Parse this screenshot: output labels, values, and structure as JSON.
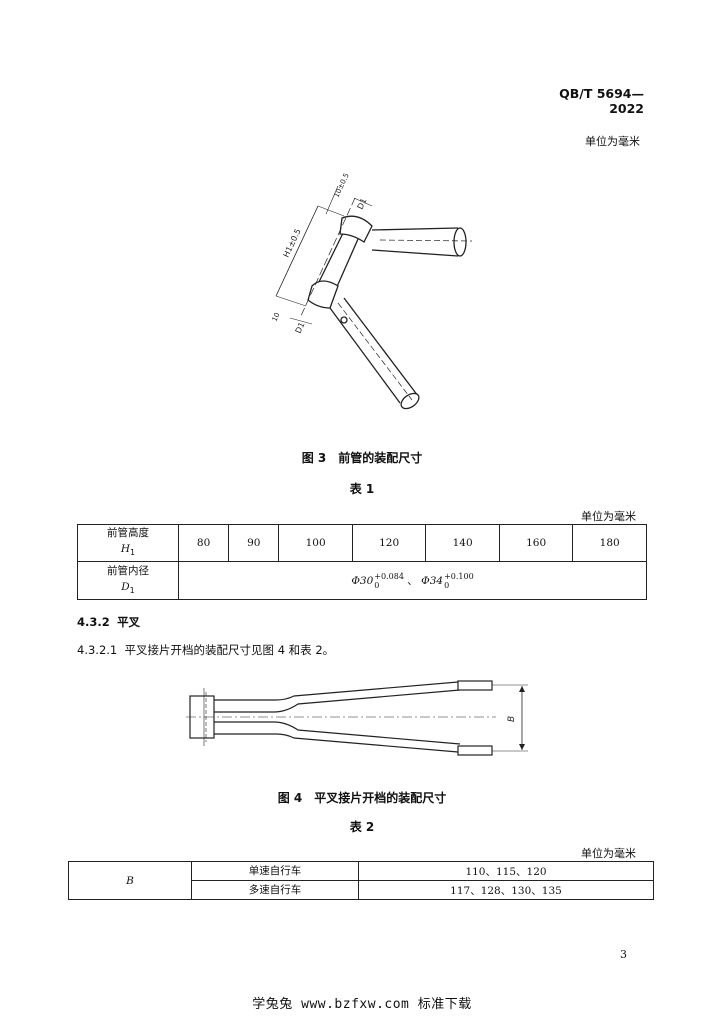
{
  "header": {
    "standard_code": "QB/T 5694—2022"
  },
  "unit_note": "单位为毫米",
  "figure3": {
    "caption": "图 3　前管的装配尺寸",
    "labels": {
      "h_dim": "H1±0.5",
      "top_dim": "10±0.5",
      "bottom_dim": "10",
      "d_top": "D1",
      "d_bottom": "D1"
    }
  },
  "table1": {
    "title": "表 1",
    "unit_note": "单位为毫米",
    "row1": {
      "label": "前管高度",
      "symbol": "H",
      "sub": "1",
      "values": [
        "80",
        "90",
        "100",
        "120",
        "140",
        "160",
        "180"
      ]
    },
    "row2": {
      "label": "前管内径",
      "symbol": "D",
      "sub": "1",
      "v1_base": "Φ30",
      "v1_up": "+0.084",
      "v1_low": "0",
      "sep": "、",
      "v2_base": "Φ34",
      "v2_up": "+0.100",
      "v2_low": "0"
    }
  },
  "section": {
    "num": "4.3.2",
    "title": "平叉",
    "sub_num": "4.3.2.1",
    "sub_text": "平叉接片开档的装配尺寸见图 4 和表 2。"
  },
  "figure4": {
    "caption": "图 4　平叉接片开档的装配尺寸",
    "labels": {
      "b_dim": "B"
    }
  },
  "table2": {
    "title": "表 2",
    "unit_note": "单位为毫米",
    "symbol": "B",
    "rows": [
      {
        "type": "单速自行车",
        "values": "110、115、120"
      },
      {
        "type": "多速自行车",
        "values": "117、128、130、135"
      }
    ]
  },
  "page_number": "3",
  "footer": "学兔兔 www.bzfxw.com 标准下载"
}
